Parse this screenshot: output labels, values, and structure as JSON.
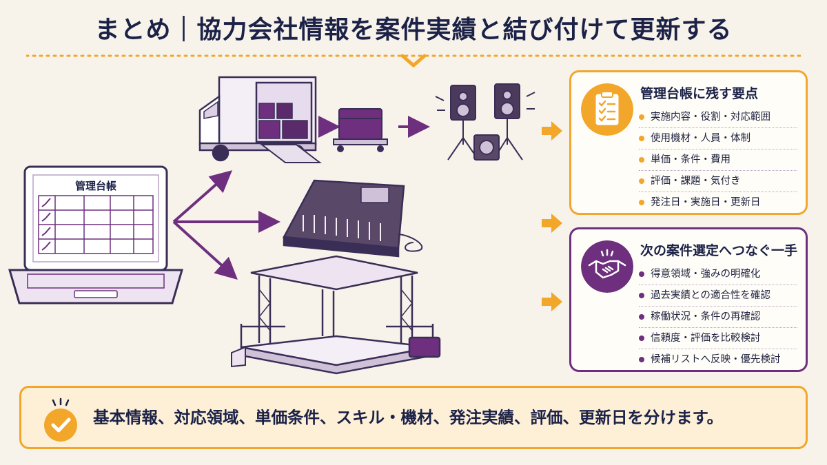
{
  "header": {
    "title": "まとめ｜協力会社情報を案件実績と結び付けて更新する"
  },
  "illustration": {
    "ledger_title": "管理台帳"
  },
  "panel_points": {
    "title": "管理台帳に残す要点",
    "items": [
      "実施内容・役割・対応範囲",
      "使用機材・人員・体制",
      "単価・条件・費用",
      "評価・課題・気付き",
      "発注日・実施日・更新日"
    ]
  },
  "panel_next": {
    "title": "次の案件選定へつなぐ一手",
    "items": [
      "得意領域・強みの明確化",
      "過去実績との適合性を確認",
      "稼働状況・条件の再確認",
      "信頼度・評価を比較検討",
      "候補リストへ反映・優先検討"
    ]
  },
  "footer": {
    "text": "基本情報、対応領域、単価条件、スキル・機材、発注実績、評価、更新日を分けます。"
  },
  "colors": {
    "accent_orange": "#f2a62a",
    "accent_purple": "#6d2f7e",
    "navy": "#1b2147",
    "background": "#f7f3ea"
  }
}
